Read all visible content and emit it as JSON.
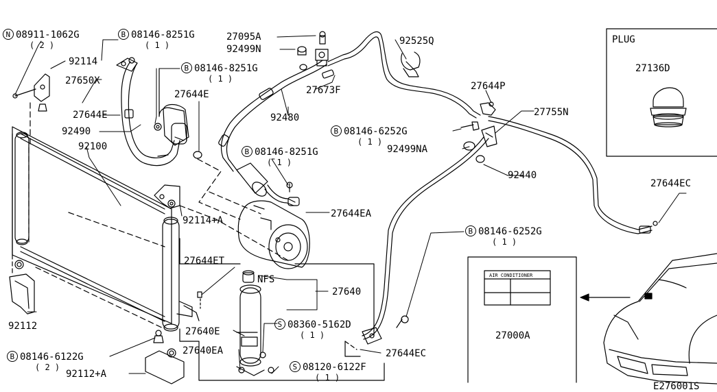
{
  "diagram": {
    "labels": [
      {
        "id": "n08911",
        "text": "08911-1062G",
        "prefix": "N",
        "qty": "(2)"
      },
      {
        "id": "b08146a",
        "text": "08146-8251G",
        "prefix": "B",
        "qty": "(1)"
      },
      {
        "id": "p27095a",
        "text": "27095A"
      },
      {
        "id": "p92525q",
        "text": "92525Q"
      },
      {
        "id": "p92499n",
        "text": "92499N"
      },
      {
        "id": "p92114",
        "text": "92114"
      },
      {
        "id": "p27650x",
        "text": "27650X"
      },
      {
        "id": "b08146b",
        "text": "08146-8251G",
        "prefix": "B",
        "qty": "(1)"
      },
      {
        "id": "p27673f",
        "text": "27673F"
      },
      {
        "id": "p27644p",
        "text": "27644P"
      },
      {
        "id": "p27644e1",
        "text": "27644E"
      },
      {
        "id": "p27644e2",
        "text": "27644E"
      },
      {
        "id": "p92490",
        "text": "92490"
      },
      {
        "id": "p92480",
        "text": "92480"
      },
      {
        "id": "p27755n",
        "text": "27755N"
      },
      {
        "id": "b08146c",
        "text": "08146-6252G",
        "prefix": "B",
        "qty": "(1)"
      },
      {
        "id": "p92100",
        "text": "92100"
      },
      {
        "id": "b08146d",
        "text": "08146-8251G",
        "prefix": "B",
        "qty": "(1)"
      },
      {
        "id": "p92499na",
        "text": "92499NA"
      },
      {
        "id": "p92440",
        "text": "92440"
      },
      {
        "id": "p27644ec1",
        "text": "27644EC"
      },
      {
        "id": "p92114a",
        "text": "92114+A"
      },
      {
        "id": "p27644ea",
        "text": "27644EA"
      },
      {
        "id": "b08146e",
        "text": "08146-6252G",
        "prefix": "B",
        "qty": "(1)"
      },
      {
        "id": "p27644et",
        "text": "27644ET"
      },
      {
        "id": "pnfs",
        "text": "NFS"
      },
      {
        "id": "p27640",
        "text": "27640"
      },
      {
        "id": "p92112",
        "text": "92112"
      },
      {
        "id": "p27640e",
        "text": "27640E"
      },
      {
        "id": "s08360",
        "text": "08360-5162D",
        "prefix": "S",
        "qty": "(1)"
      },
      {
        "id": "p27640ea",
        "text": "27640EA"
      },
      {
        "id": "p27644ec2",
        "text": "27644EC"
      },
      {
        "id": "b08146f",
        "text": "08146-6122G",
        "prefix": "B",
        "qty": "(2)"
      },
      {
        "id": "s08120",
        "text": "08120-6122F",
        "prefix": "S",
        "qty": "(1)"
      },
      {
        "id": "p92112a",
        "text": "92112+A"
      },
      {
        "id": "p27000a",
        "text": "27000A"
      }
    ],
    "plug_box": {
      "title": "PLUG",
      "part": "27136D"
    },
    "ac_label": {
      "title": "AIR CONDITIONER"
    },
    "code": "E276001S"
  }
}
